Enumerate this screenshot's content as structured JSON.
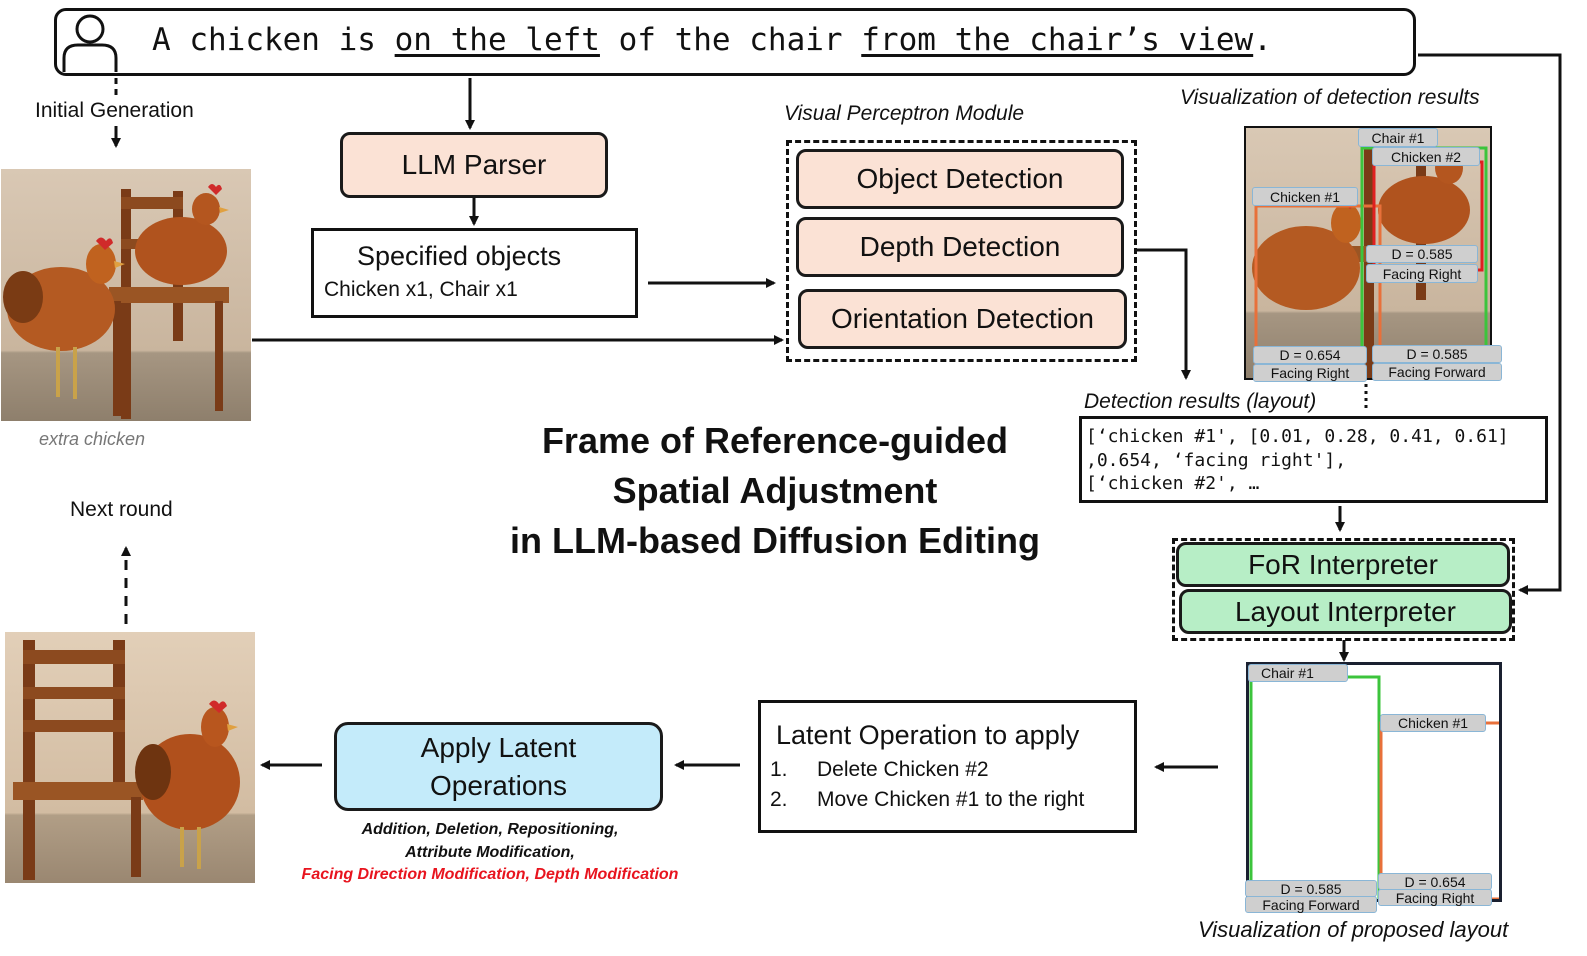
{
  "prompt": {
    "part1": "A chicken is ",
    "part2": "on the left",
    "part3": " of the chair ",
    "part4": "from the chair’s view",
    "part5": "."
  },
  "labels": {
    "initial_generation": "Initial Generation",
    "extra_chicken": "extra chicken",
    "next_round": "Next round",
    "visual_perceptron_module": "Visual Perceptron Module",
    "visualization_detection": "Visualization of detection results",
    "detection_results_layout": "Detection results (layout)",
    "visualization_proposed": "Visualization of proposed layout"
  },
  "boxes": {
    "llm_parser": "LLM Parser",
    "specified_objects_title": "Specified objects",
    "specified_objects_list": "Chicken x1, Chair x1",
    "object_detection": "Object Detection",
    "depth_detection": "Depth Detection",
    "orientation_detection": "Orientation Detection",
    "for_interpreter": "FoR Interpreter",
    "layout_interpreter": "Layout Interpreter",
    "latent_op_title": "Latent Operation to apply",
    "latent_op_1_num": "1.",
    "latent_op_1": "Delete Chicken #2",
    "latent_op_2_num": "2.",
    "latent_op_2": "Move Chicken #1 to the right",
    "apply_latent_line1": "Apply Latent",
    "apply_latent_line2": "Operations"
  },
  "operations_caption": {
    "line1": "Addition, Deletion, Repositioning,",
    "line2": "Attribute Modification,",
    "line3": "Facing Direction Modification, Depth Modification"
  },
  "title": {
    "line1": "Frame of Reference-guided",
    "line2": "Spatial Adjustment",
    "line3": "in LLM-based Diffusion Editing"
  },
  "detection_code": {
    "line1": "[‘chicken #1', [0.01, 0.28, 0.41, 0.61]",
    "line2": " ,0.654, ‘facing right'],",
    "line3": "[‘chicken #2', …"
  },
  "detection_viz": {
    "chair_label": "Chair #1",
    "chicken2_label": "Chicken #2",
    "chicken1_label": "Chicken #1",
    "chicken2_depth": "D = 0.585",
    "chicken2_facing": "Facing Right",
    "chicken1_depth": "D = 0.654",
    "chicken1_facing": "Facing Right",
    "chair_depth": "D = 0.585",
    "chair_facing": "Facing Forward"
  },
  "proposed_viz": {
    "chair_label": "Chair #1",
    "chicken_label": "Chicken #1",
    "chair_depth": "D = 0.585",
    "chair_facing": "Facing Forward",
    "chicken_depth": "D = 0.654",
    "chicken_facing": "Facing Right"
  },
  "colors": {
    "peach": "#fbe2d5",
    "green": "#b7eec6",
    "blue": "#c4ebfa",
    "red_caption": "#e8141e",
    "chair_box": "#3cc43c",
    "chicken_box": "#e8703a",
    "chicken2_box": "#e02020"
  },
  "icons": [
    "user-icon",
    "chicken-on-chair-image",
    "chicken-beside-chair-image"
  ]
}
